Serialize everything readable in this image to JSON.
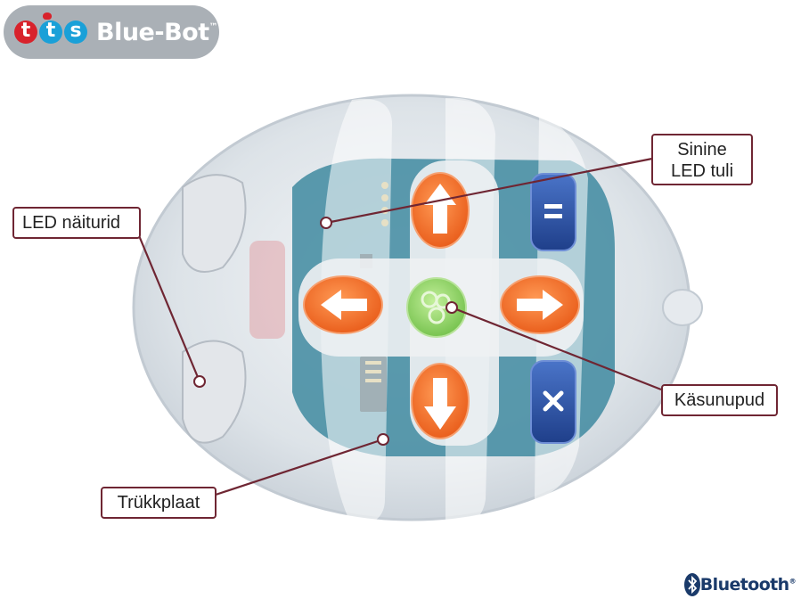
{
  "brand": {
    "tts_letters": [
      "t",
      "t",
      "s"
    ],
    "product": "Blue-Bot",
    "trademark": "™"
  },
  "callouts": [
    {
      "id": "sinine-led",
      "lines": [
        "Sinine",
        "LED tuli"
      ]
    },
    {
      "id": "led-naiturid",
      "lines": [
        "LED näiturid"
      ]
    },
    {
      "id": "kasunupud",
      "lines": [
        "Käsunupud"
      ]
    },
    {
      "id": "trukkplaat",
      "lines": [
        "Trükkplaat"
      ]
    }
  ],
  "bluetooth": {
    "word": "Bluetooth",
    "trademark": "®"
  },
  "colors": {
    "callout_border": "#6f2633",
    "leader_line": "#6f2633",
    "logo_bg": "#aab0b6",
    "tts_red": "#d8222b",
    "tts_blue": "#1aa0d8",
    "orange_button": "#f2702a",
    "green_button": "#8fd16a",
    "blue_button": "#2d53a8",
    "circuit_board": "#3f8aa0"
  },
  "icons": [
    "arrow-forward-icon",
    "arrow-back-icon",
    "arrow-left-icon",
    "arrow-right-icon",
    "go-icon",
    "pause-icon",
    "clear-icon",
    "bluetooth-icon"
  ]
}
